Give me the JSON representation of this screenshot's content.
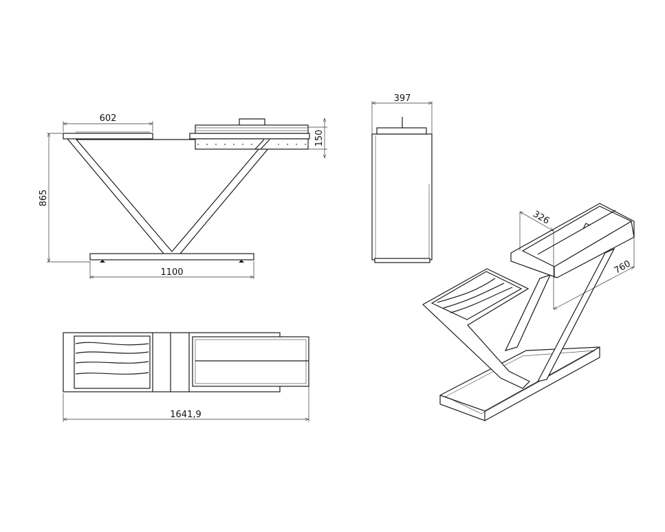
{
  "drawing": {
    "front_view": {
      "width_label": "602",
      "height_label": "865",
      "base_label": "1100",
      "box_height_label": "150"
    },
    "side_view": {
      "depth_label": "397"
    },
    "top_view": {
      "length_label": "1641,9"
    },
    "iso_view": {
      "width_label": "326",
      "length_label": "760"
    }
  }
}
